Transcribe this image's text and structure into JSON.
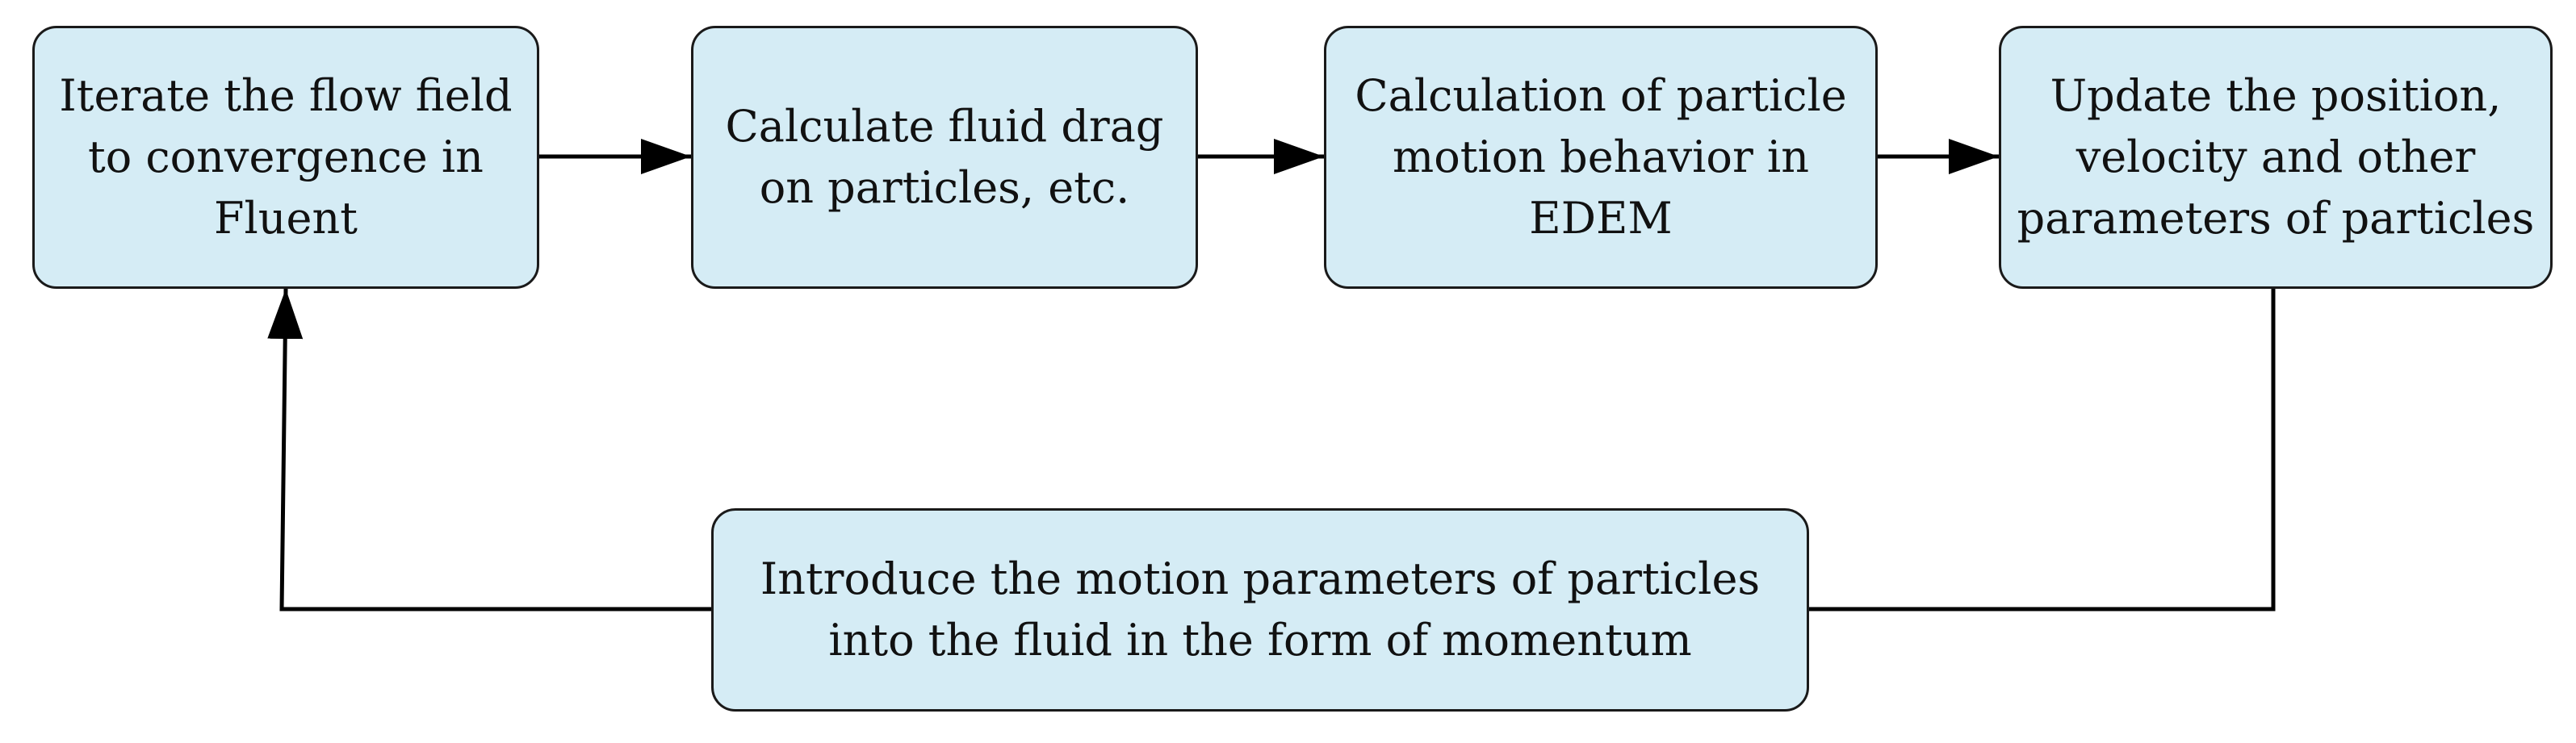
{
  "diagram": {
    "nodes": [
      {
        "id": "iterate-flow-field",
        "text": "Iterate the flow field\nto convergence in\nFluent"
      },
      {
        "id": "calculate-drag",
        "text": "Calculate fluid drag\non particles, etc."
      },
      {
        "id": "particle-motion-edem",
        "text": "Calculation of particle\nmotion behavior in\nEDEM"
      },
      {
        "id": "update-particles",
        "text": "Update the position,\nvelocity and other\nparameters of particles"
      },
      {
        "id": "introduce-momentum",
        "text": "Introduce the motion parameters of particles\ninto the fluid in the form of momentum"
      }
    ],
    "edges": [
      {
        "from": "iterate-flow-field",
        "to": "calculate-drag"
      },
      {
        "from": "calculate-drag",
        "to": "particle-motion-edem"
      },
      {
        "from": "particle-motion-edem",
        "to": "update-particles"
      },
      {
        "from": "update-particles",
        "to": "introduce-momentum"
      },
      {
        "from": "introduce-momentum",
        "to": "iterate-flow-field"
      }
    ],
    "colors": {
      "box_fill": "#d5ecf5",
      "box_border": "#1a1a1a",
      "line": "#000000"
    }
  }
}
